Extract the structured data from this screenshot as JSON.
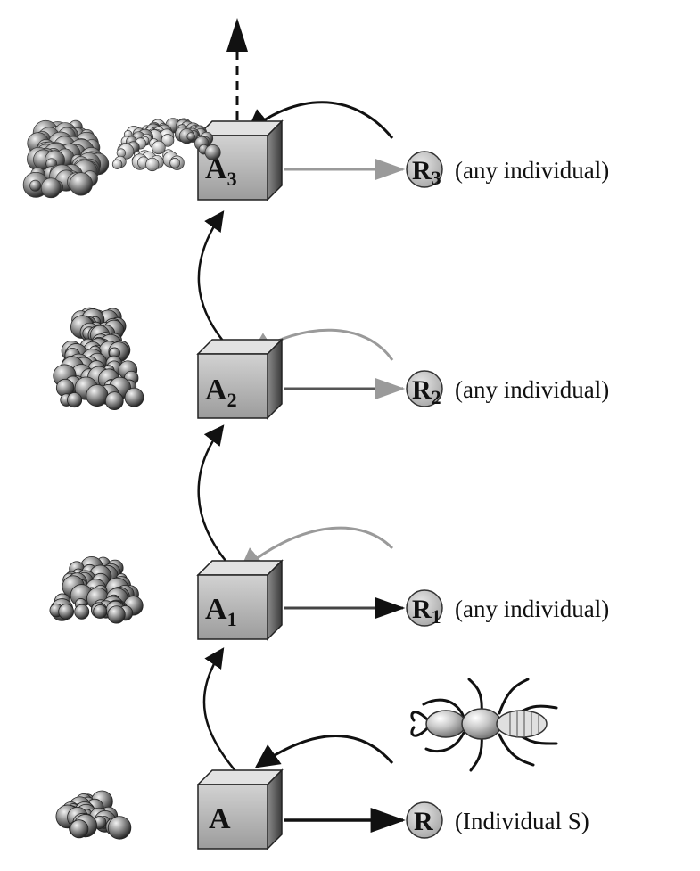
{
  "levels": [
    {
      "box": "A",
      "box_sub": "",
      "response": "R",
      "response_sub": "",
      "note": "(Individual S)"
    },
    {
      "box": "A",
      "box_sub": "1",
      "response": "R",
      "response_sub": "1",
      "note": "(any individual)"
    },
    {
      "box": "A",
      "box_sub": "2",
      "response": "R",
      "response_sub": "2",
      "note": "(any individual)"
    },
    {
      "box": "A",
      "box_sub": "3",
      "response": "R",
      "response_sub": "3",
      "note": "(any individual)"
    }
  ],
  "colors": {
    "arrow_dark": "#111111",
    "arrow_gray": "#9a9a9a",
    "box_front": "#b9b9b9",
    "box_top": "#e4e4e4",
    "box_side": "#6e6e6e",
    "circle_fill": "#c8c8c8",
    "pellet": "#8a8a8a"
  },
  "icons": [
    "soil-pellet-pile-icon",
    "termite-icon",
    "dashed-up-arrow-icon"
  ]
}
